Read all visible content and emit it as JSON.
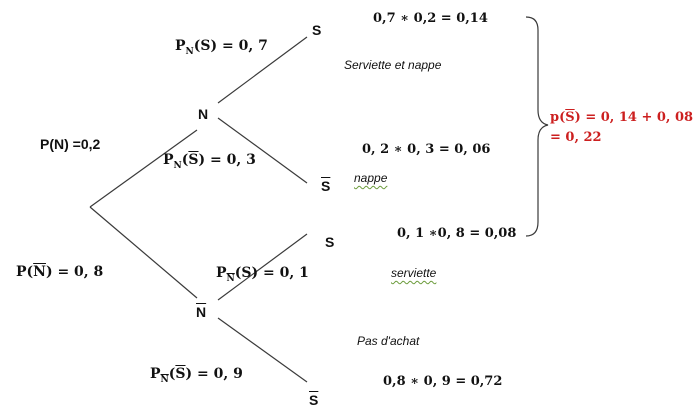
{
  "colors": {
    "line": "#3a3a3a",
    "text": "#111111",
    "result": "#cc1f1f",
    "wavy": "#6a9a3a"
  },
  "nodes": {
    "n": "N",
    "nbar": "N",
    "s_top": "S",
    "sbar_mid": "S",
    "s_low": "S",
    "sbar_bottom": "S"
  },
  "probabilities": {
    "p_n": "P(N) =0,2",
    "p_nbar": {
      "pre": "P(",
      "sym": "N",
      "post": ") = 0, 8"
    },
    "pn_s": {
      "p": "P",
      "sub": "N",
      "body": "(S) = 0, 7"
    },
    "pn_sbar": {
      "p": "P",
      "sub": "N",
      "pre": "(",
      "sym": "S",
      "post": ") = 0, 3"
    },
    "pnbar_s": {
      "p": "P",
      "sub": "N",
      "body": "(S) = 0, 1"
    },
    "pnbar_sbar": {
      "p": "P",
      "sub": "N",
      "pre": "(",
      "sym": "S",
      "post": ") = 0, 9"
    }
  },
  "calculations": {
    "c1": "0,7 ∗ 0,2 = 0,14",
    "c2": "0, 2 ∗ 0, 3 = 0, 06",
    "c3": "0, 1  ∗0, 8 = 0,08",
    "c4": "0,8 ∗ 0, 9 = 0,72"
  },
  "outcomes": {
    "o1": "Serviette et nappe",
    "o2": "nappe",
    "o3": "serviette",
    "o4": "Pas d'achat"
  },
  "result": {
    "line1_pre": "p(",
    "line1_sym": "S",
    "line1_post": ") = 0, 14 + 0, 08",
    "line2": "= 0, 22"
  }
}
